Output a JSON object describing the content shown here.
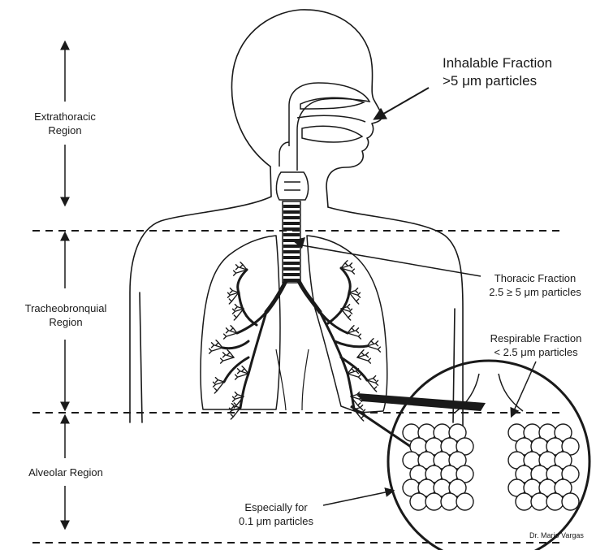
{
  "regions": {
    "extrathoracic": [
      "Extrathoracic",
      "Region"
    ],
    "tracheobronchial": [
      "Tracheobronquial",
      "Region"
    ],
    "alveolar": [
      "Alveolar Region"
    ]
  },
  "fractions": {
    "inhalable": [
      "Inhalable Fraction",
      ">5 μm particles"
    ],
    "thoracic": [
      "Thoracic Fraction",
      "2.5 ≥ 5 μm particles"
    ],
    "respirable": [
      "Respirable Fraction",
      "< 2.5 μm particles"
    ],
    "especially": [
      "Especially for",
      "0.1 μm particles"
    ]
  },
  "credit": "Dr. Mario Vargas",
  "colors": {
    "ink": "#1a1a1a",
    "background": "#ffffff"
  }
}
